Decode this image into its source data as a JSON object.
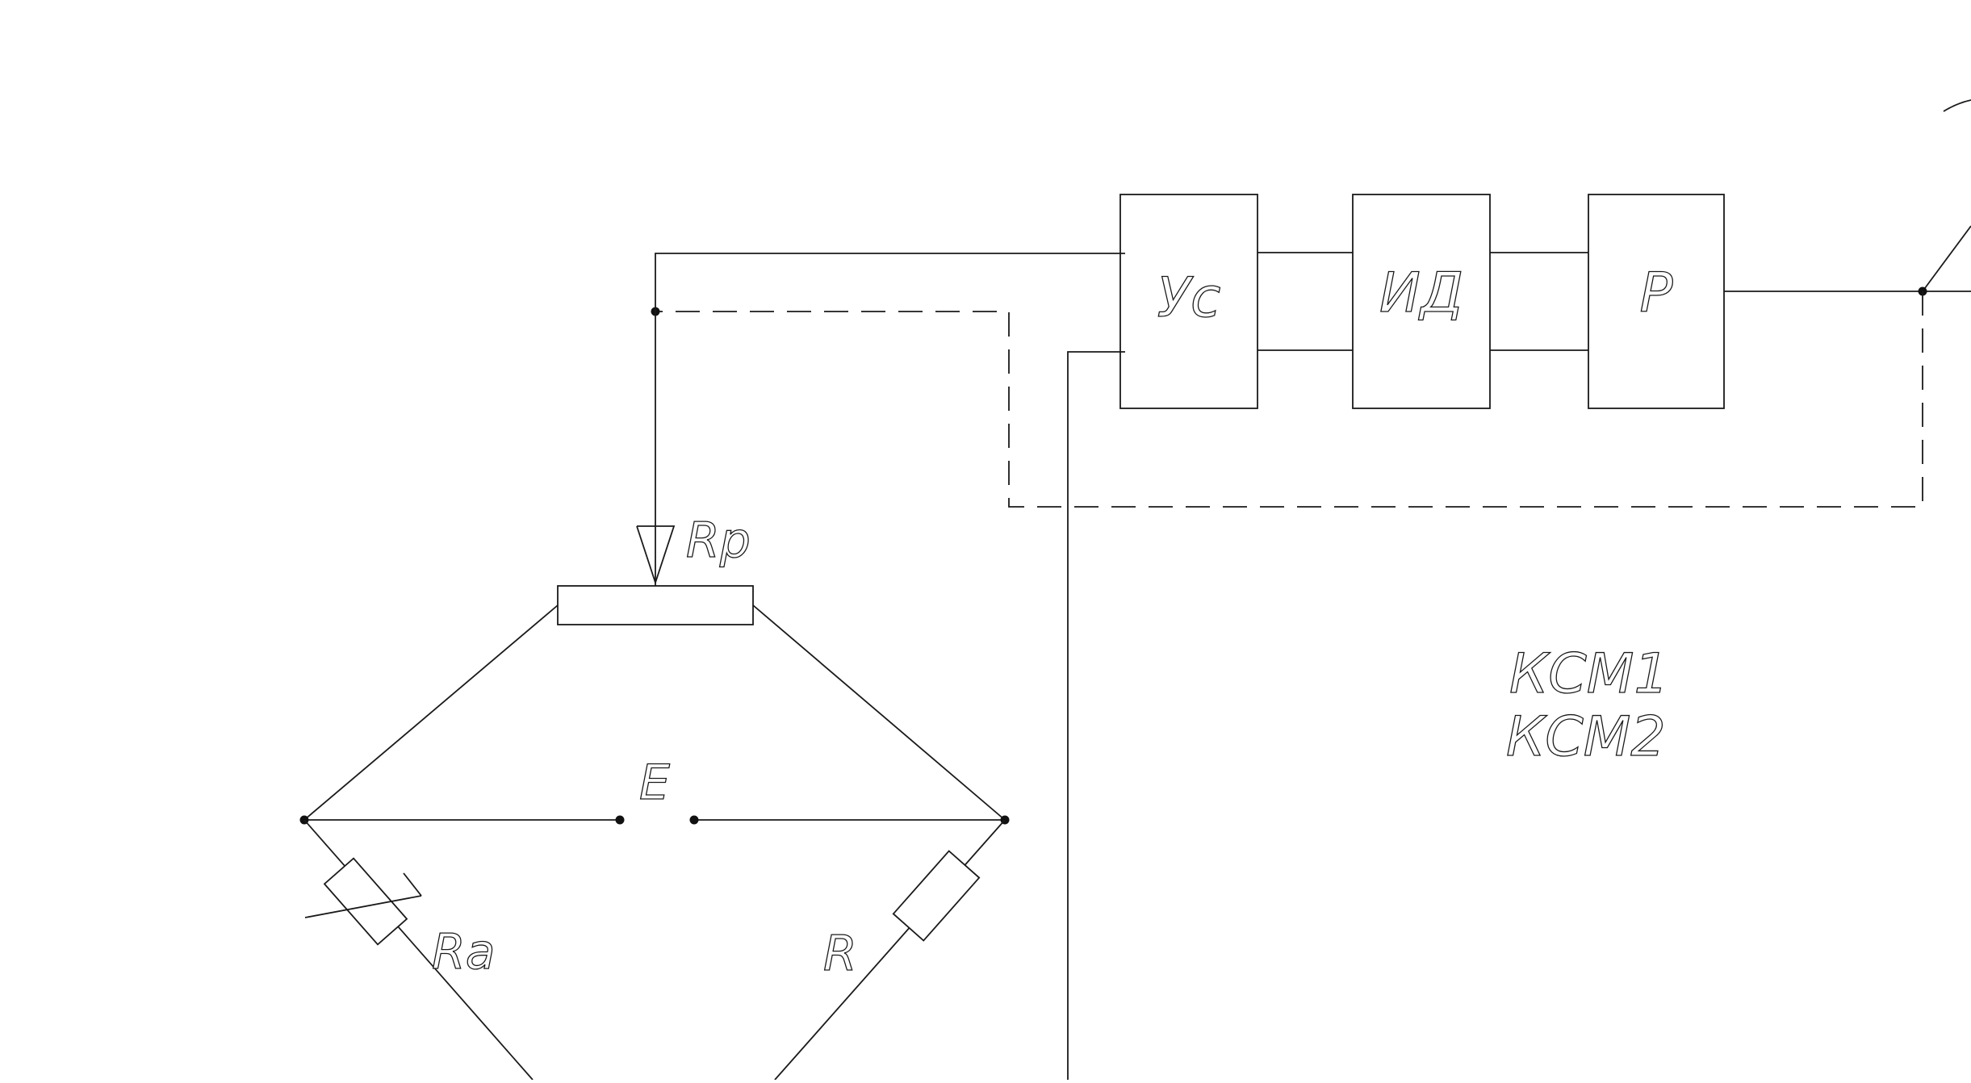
{
  "diagram": {
    "blocks": {
      "amplifier": "Ус",
      "motor": "ИД",
      "reducer": "Р"
    },
    "components": {
      "rheostat": "Rр",
      "thermistor": "Ra",
      "resistor": "R",
      "source": "E"
    },
    "model_labels": [
      "КСМ1",
      "КСМ2"
    ]
  }
}
